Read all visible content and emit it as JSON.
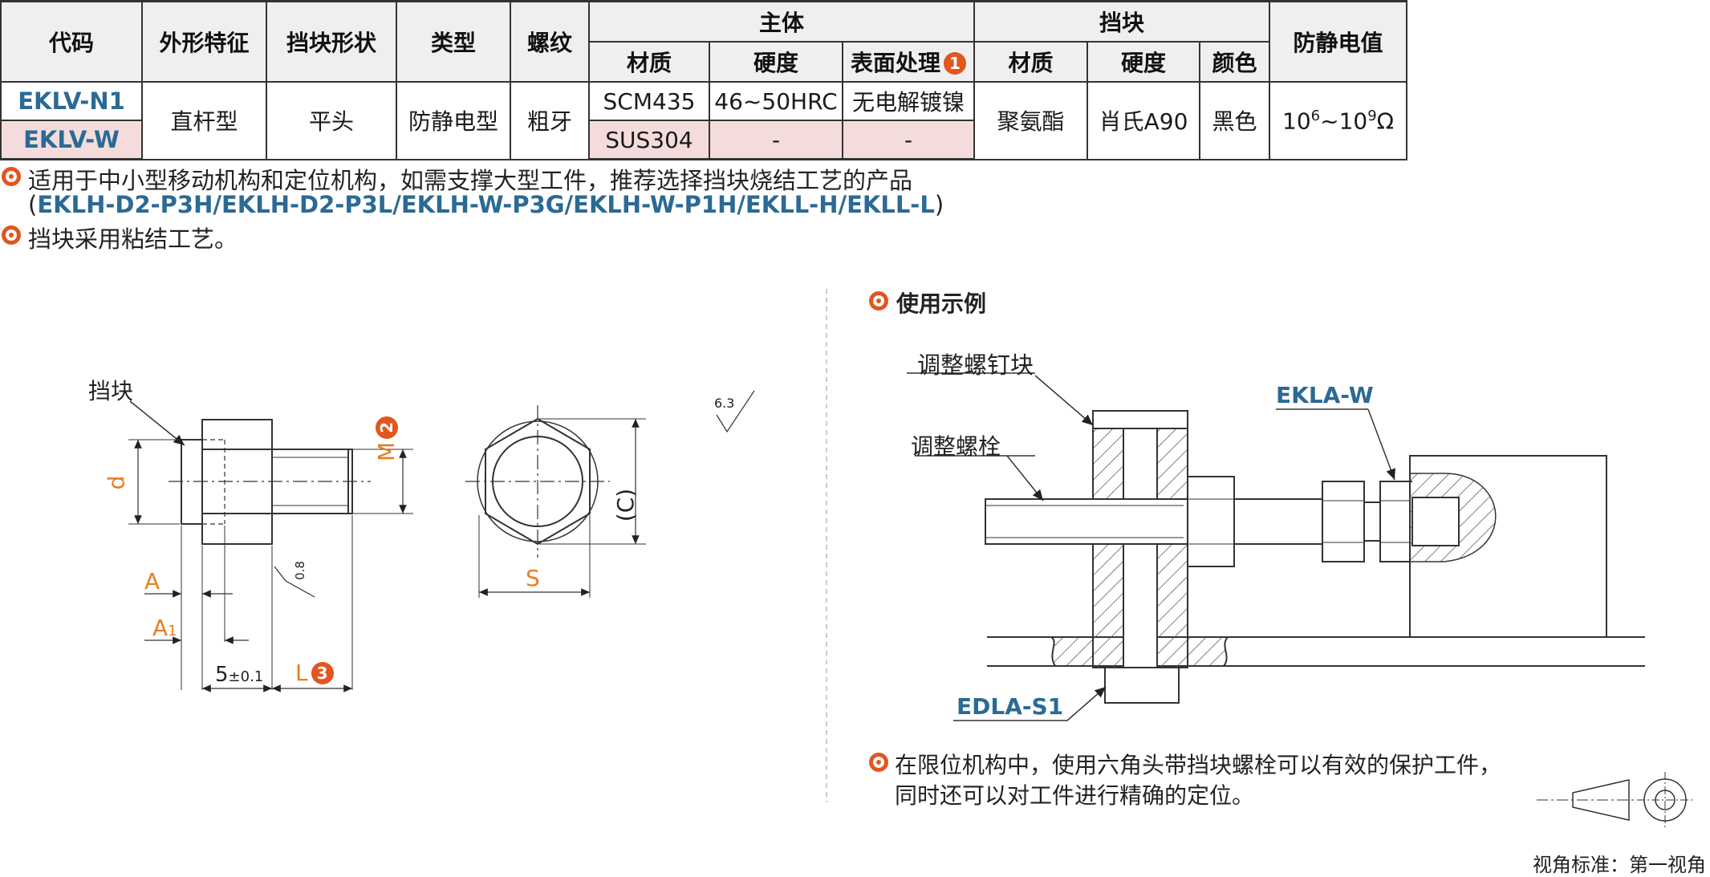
{
  "table": {
    "headers": {
      "code": "代码",
      "shape": "外形特征",
      "block_shape": "挡块形状",
      "type": "类型",
      "thread": "螺纹",
      "body": "主体",
      "block": "挡块",
      "esd": "防静电值",
      "body_material": "材质",
      "body_hardness": "硬度",
      "body_surface": "表面处理",
      "body_surface_badge": "1",
      "block_material": "材质",
      "block_hardness": "硬度",
      "block_color": "颜色"
    },
    "rows": [
      {
        "code": "EKLV-N1",
        "material": "SCM435",
        "hardness": "46~50HRC",
        "surface": "无电解镀镍"
      },
      {
        "code": "EKLV-W",
        "material": "SUS304",
        "hardness": "-",
        "surface": "-"
      }
    ],
    "shared": {
      "shape": "直杆型",
      "block_shape": "平头",
      "type": "防静电型",
      "thread": "粗牙",
      "block_material": "聚氨酯",
      "block_hardness": "肖氏A90",
      "block_color": "黑色",
      "esd_base1": "10",
      "esd_exp1": "6",
      "esd_tilde": "~10",
      "esd_exp2": "9",
      "esd_unit": "Ω"
    }
  },
  "notes": {
    "note1": "适用于中小型移动机构和定位机构，如需支撑大型工件，推荐选择挡块烧结工艺的产品",
    "models_open": "(",
    "models": "EKLH-D2-P3H/EKLH-D2-P3L/EKLH-W-P3G/EKLH-W-P1H/EKLL-H/EKLL-L",
    "models_close": ")",
    "note2": "挡块采用粘结工艺。"
  },
  "drawing": {
    "label_block": "挡块",
    "dim_d": "d",
    "dim_M": "M",
    "badge_M": "2",
    "dim_C": "(C)",
    "dim_S": "S",
    "dim_A": "A",
    "dim_A1_main": "A",
    "dim_A1_sub": "1",
    "dim_5": "5",
    "dim_5_tol": "±0.1",
    "dim_L": "L",
    "badge_L": "3",
    "roughness_1": "0.8",
    "roughness_2": "6.3"
  },
  "usage": {
    "title": "使用示例",
    "label_screw_block": "调整螺钉块",
    "label_bolt": "调整螺栓",
    "label_ekla": "EKLA-W",
    "label_edla": "EDLA-S1",
    "desc_line1": "在限位机构中，使用六角头带挡块螺栓可以有效的保护工件，",
    "desc_line2": "同时还可以对工件进行精确的定位。"
  },
  "projection": {
    "label": "视角标准：第一视角"
  },
  "colors": {
    "accent": "#e2561f",
    "code_blue": "#2b6a94",
    "dim_orange": "#e67e22",
    "highlight_row": "#f5dcdc"
  }
}
